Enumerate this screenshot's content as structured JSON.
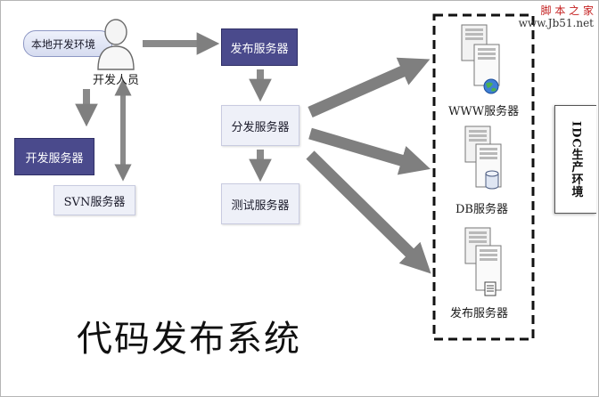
{
  "nodes": {
    "local_env": "本地开发环境",
    "developer": "开发人员",
    "publish_server": "发布服务器",
    "dev_server": "开发服务器",
    "distribution_server": "分发服务器",
    "svn_server": "SVN服务器",
    "test_server": "测试服务器"
  },
  "idc": {
    "label": "IDC生产环境",
    "servers": [
      {
        "label": "WWW服务器",
        "icon": "globe-icon"
      },
      {
        "label": "DB服务器",
        "icon": "database-icon"
      },
      {
        "label": "发布服务器",
        "icon": "document-icon"
      }
    ]
  },
  "title": "代码发布系统",
  "watermark": {
    "line1": "脚 本 之 家",
    "line2": "www.Jb51.net"
  },
  "colors": {
    "dark_box": "#4a4a8c",
    "light_box": "#eef0f8",
    "arrow": "#7f7f7f",
    "watermark": "#c41f1f"
  }
}
